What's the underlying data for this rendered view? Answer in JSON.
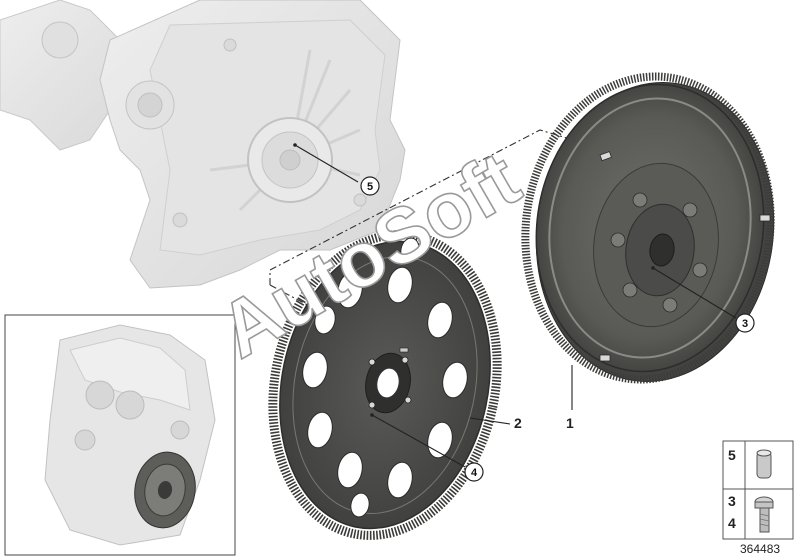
{
  "part_labels": {
    "flywheel_dual_mass": "1",
    "flex_plate": "2"
  },
  "callouts": {
    "c5": "5",
    "c3": "3",
    "c4": "4"
  },
  "legend": {
    "pin_number": "5",
    "bolt_numbers": [
      "3",
      "4"
    ]
  },
  "watermark": "AutoSoft",
  "diagram_ref": "364483"
}
